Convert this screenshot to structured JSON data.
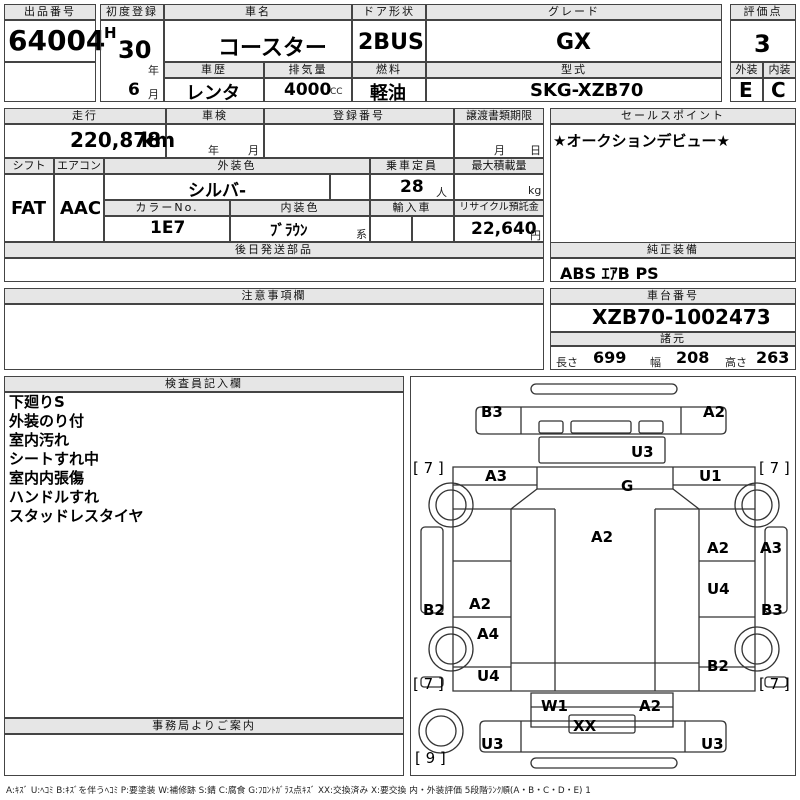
{
  "header": {
    "lot_no_label": "出品番号",
    "lot_no": "64004",
    "first_reg_label": "初度登録",
    "era": "H",
    "year": "30",
    "year_unit": "年",
    "month": "6",
    "month_unit": "月",
    "car_name_label": "車名",
    "car_name": "コースター",
    "door_label": "ドア形状",
    "door": "2BUS",
    "grade_label": "グレード",
    "grade": "GX",
    "score_label": "評価点",
    "score": "3",
    "history_label": "車歴",
    "history": "レンタ",
    "displacement_label": "排気量",
    "displacement": "4000",
    "displacement_unit": "CC",
    "fuel_label": "燃料",
    "fuel": "軽油",
    "model_label": "型式",
    "model": "SKG-XZB70",
    "exterior_label": "外装",
    "exterior": "E",
    "interior_label": "内装",
    "interior": "C"
  },
  "row2": {
    "mileage_label": "走行",
    "mileage": "220,878",
    "mileage_unit": "km",
    "inspection_label": "車検",
    "inspection_year_unit": "年",
    "inspection_month_unit": "月",
    "reg_no_label": "登録番号",
    "transfer_label": "譲渡書類期限",
    "transfer_month_unit": "月",
    "transfer_day_unit": "日",
    "sales_point_label": "セールスポイント",
    "sales_point": "★オークションデビュー★",
    "shift_label": "シフト",
    "shift": "FAT",
    "ac_label": "エアコン",
    "ac": "AAC",
    "ext_color_label": "外装色",
    "ext_color": "シルバ-",
    "capacity_label": "乗車定員",
    "capacity": "28",
    "capacity_unit": "人",
    "max_load_label": "最大積載量",
    "max_load_unit": "kg",
    "color_no_label": "カラーNo.",
    "color_no": "1E7",
    "int_color_label": "内装色",
    "int_color": "ﾌﾞﾗｳﾝ",
    "int_color_suffix": "系",
    "import_label": "輸入車",
    "recycle_label": "リサイクル預託金",
    "recycle": "22,640",
    "recycle_unit": "円",
    "later_parts_label": "後日発送部品",
    "equipment_label": "純正装備",
    "equipment": "ABS ｴｱB PS",
    "notes_label": "注意事項欄",
    "chassis_label": "車台番号",
    "chassis": "XZB70-1002473",
    "specs_label": "諸元",
    "length_label": "長さ",
    "length": "699",
    "width_label": "幅",
    "width": "208",
    "height_label": "高さ",
    "height": "263"
  },
  "inspector": {
    "label": "検査員記入欄",
    "notes": [
      "下廻りS",
      "外装のり付",
      "室内汚れ",
      "シートすれ中",
      "室内内張傷",
      "ハンドルすれ",
      "スタッドレスタイヤ"
    ]
  },
  "office": {
    "label": "事務局よりご案内"
  },
  "diagram": {
    "marks": [
      "B3",
      "A2",
      "U3",
      "G",
      "A3",
      "U1",
      "A2",
      "A2",
      "A3",
      "U4",
      "B2",
      "A2",
      "A4",
      "B3",
      "B2",
      "U4",
      "W1",
      "A2",
      "XX",
      "U3",
      "U3"
    ],
    "tire_depths": [
      "[ 7 ]",
      "[ 7 ]",
      "[ 7 ]",
      "[ 7 ]",
      "[ 9 ]"
    ]
  },
  "legend": "A:ｷｽﾞ U:ﾍｺﾐ B:ｷｽﾞを伴うﾍｺﾐ P:要塗装 W:補修跡 S:錆 C:腐食 G:ﾌﾛﾝﾄｶﾞﾗｽ点ｷｽﾞ XX:交換済み X:要交換 内・外装評価 5段階ﾗﾝｸ順(A・B・C・D・E) 1"
}
